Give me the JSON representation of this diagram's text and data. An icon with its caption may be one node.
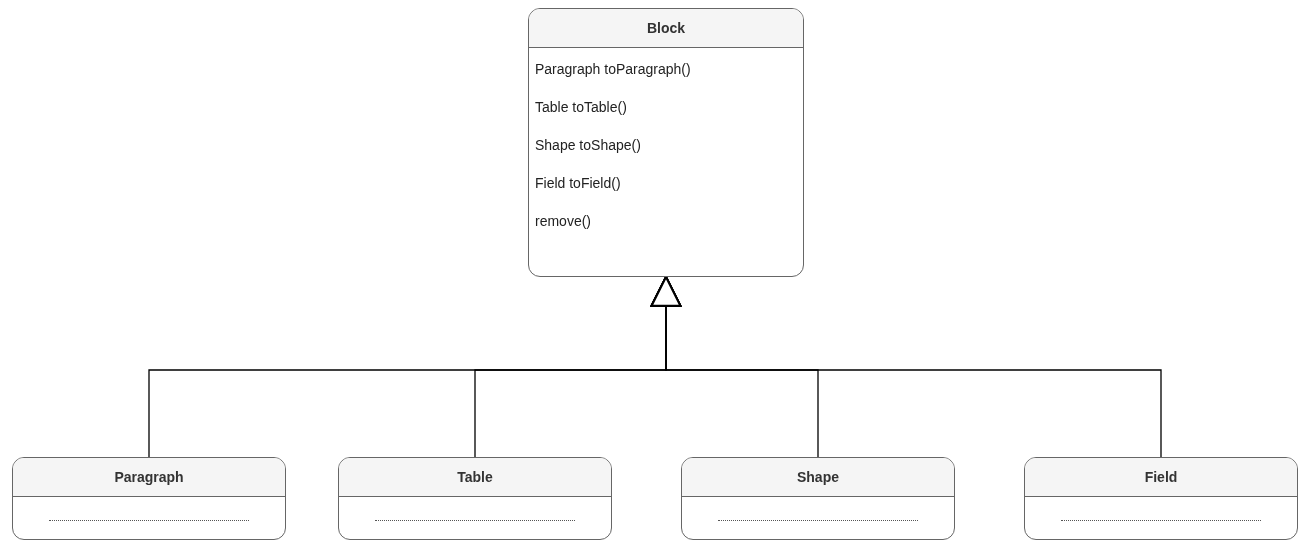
{
  "diagram": {
    "nodes": [
      {
        "text": [
          "Block",
          "Paragraph toParagraph()",
          "Table toTable()",
          "Shape toShape()",
          "Field toField()",
          "remove()"
        ]
      },
      {
        "text": [
          "Paragraph"
        ]
      },
      {
        "text": [
          "Table"
        ]
      },
      {
        "text": [
          "Shape"
        ]
      },
      {
        "text": [
          "Field"
        ]
      }
    ],
    "edges": [
      {
        "from": 1,
        "to": 0,
        "arrow": "to"
      },
      {
        "from": 2,
        "to": 0,
        "arrow": "to"
      },
      {
        "from": 3,
        "to": 0,
        "arrow": "to"
      },
      {
        "from": 4,
        "to": 0,
        "arrow": "to"
      }
    ]
  }
}
